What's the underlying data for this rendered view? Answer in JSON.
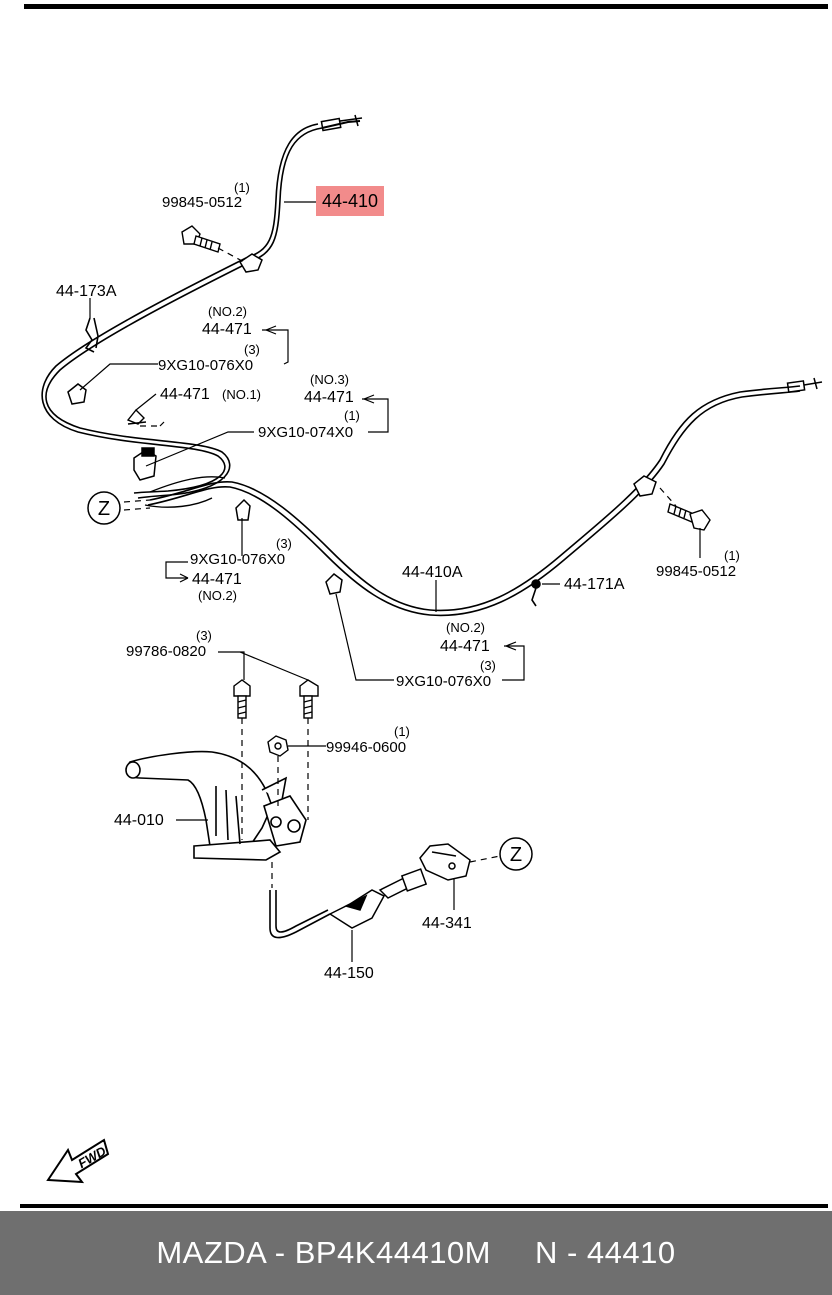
{
  "labels": {
    "part_highlight": "44-410",
    "bolt_top": "99845-0512",
    "bolt_top_qty": "(1)",
    "clip_173a": "44-173A",
    "clamp_a_no": "(NO.2)",
    "clamp_a_part": "44-471",
    "clamp_a_qty": "(3)",
    "clamp_a_bolt": "9XG10-076X0",
    "clamp_no1_part": "44-471",
    "clamp_no1_no": "(NO.1)",
    "clamp_b_no": "(NO.3)",
    "clamp_b_part": "44-471",
    "clamp_b_qty": "(1)",
    "clamp_b_bolt": "9XG10-074X0",
    "zone_z": "Z",
    "clamp_c_qty": "(3)",
    "clamp_c_bolt": "9XG10-076X0",
    "clamp_c_part": "44-471",
    "clamp_c_no": "(NO.2)",
    "cable_rear": "44-410A",
    "clip_171a": "44-171A",
    "bolt_right": "99845-0512",
    "bolt_right_qty": "(1)",
    "clamp_d_no": "(NO.2)",
    "clamp_d_part": "44-471",
    "clamp_d_qty": "(3)",
    "clamp_d_bolt": "9XG10-076X0",
    "bolt_lever": "99786-0820",
    "bolt_lever_qty": "(3)",
    "nut_lever": "99946-0600",
    "nut_lever_qty": "(1)",
    "lever": "44-010",
    "equalizer": "44-341",
    "front_cable": "44-150",
    "fwd": "FWD"
  },
  "highlight_color": "#f28b8b",
  "footer": {
    "left": "MAZDA - BP4K44410M",
    "right": "N - 44410"
  }
}
